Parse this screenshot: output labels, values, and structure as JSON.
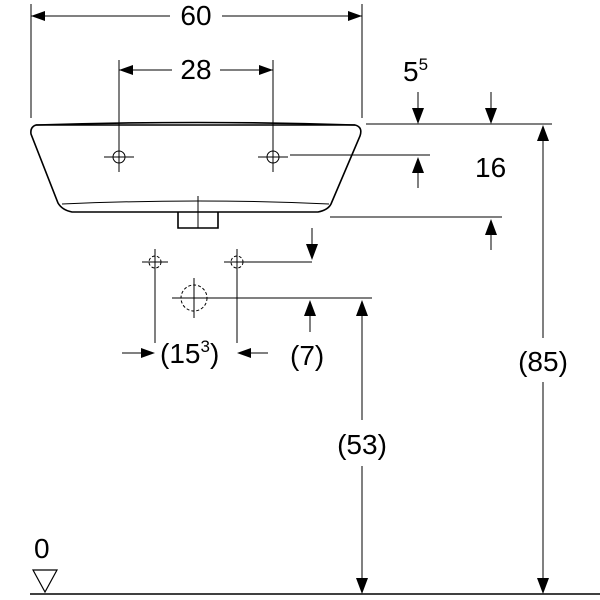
{
  "dimensions": {
    "total_width": "60",
    "tap_hole_spacing": "28",
    "rim_offset_main": "5",
    "rim_offset_sup": "5",
    "tap_hole_depth": "16",
    "total_height": "(85)",
    "waste_height": "(53)",
    "supply_spacing_main": "(15",
    "supply_spacing_sup": "3",
    "supply_spacing_close": ")",
    "supply_drop": "(7)",
    "floor_level": "0"
  },
  "icons": {
    "floor_marker": "floor-level-triangle-icon"
  },
  "colors": {
    "line": "#000000",
    "background": "#ffffff"
  }
}
